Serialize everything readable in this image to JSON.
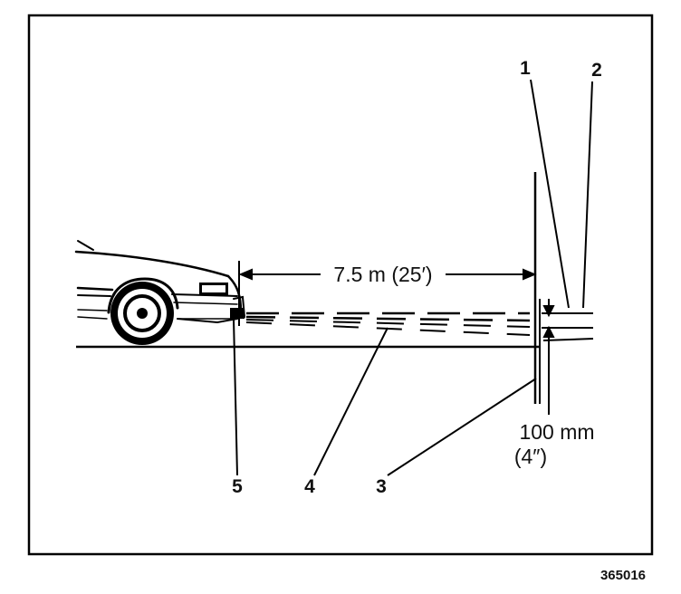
{
  "callouts": {
    "c1": "1",
    "c2": "2",
    "c3": "3",
    "c4": "4",
    "c5": "5"
  },
  "distance_label": "7.5 m (25′)",
  "drop_label_metric": "100 mm",
  "drop_label_imperial": "(4″)",
  "figure_id": "365016"
}
